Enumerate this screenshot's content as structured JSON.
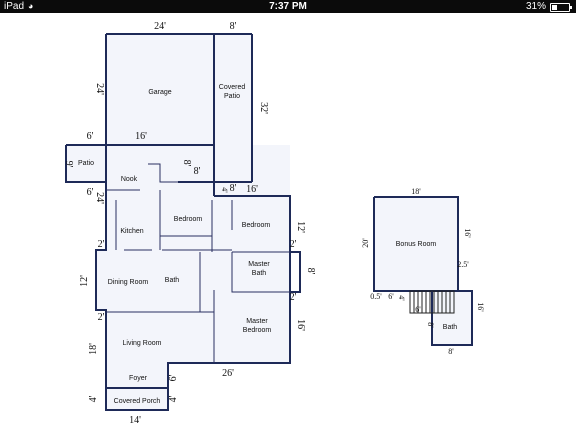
{
  "status_bar": {
    "device": "iPad",
    "time": "7:37 PM",
    "battery": "31%",
    "battery_level": 0.31,
    "wifi_icon": "wifi-icon",
    "battery_icon": "battery-icon"
  },
  "floor_plan": {
    "rooms": {
      "garage": "Garage",
      "covered_patio": [
        "Covered",
        "Patio"
      ],
      "patio": "Patio",
      "nook": "Nook",
      "kitchen": "Kitchen",
      "bedroom_1": "Bedroom",
      "bedroom_2": "Bedroom",
      "dining_room": "Dining Room",
      "bath_1": "Bath",
      "master_bath": [
        "Master",
        "Bath"
      ],
      "master_bedroom": [
        "Master",
        "Bedroom"
      ],
      "living_room": "Living Room",
      "foyer": "Foyer",
      "covered_porch": "Covered Porch",
      "bonus_room": "Bonus Room",
      "bonus_bath": "Bath"
    },
    "dimensions": {
      "garage_width": "24'",
      "patio_width_top": "8'",
      "garage_depth": "24'",
      "covered_patio_depth": "32'",
      "patio_small_width": "6'",
      "nook_width": "16'",
      "patio_small_depth": "9'",
      "nook_to_patio": "8'",
      "nook_to_patio_2": "8'",
      "patio_bottom": "6'",
      "nook_depth": "24'",
      "step_4": "4'",
      "step_8": "8'",
      "bedroom_span": "16'",
      "bedroom_depth": "12'",
      "kitchen_offset": "2'",
      "bath_offset": "2'",
      "master_bath_width": "8'",
      "dining_depth": "12'",
      "living_offset": "2'",
      "master_offset": "2'",
      "master_depth": "16'",
      "living_depth": "18'",
      "foyer_width": "6'",
      "house_width": "26'",
      "porch_depth_left": "4'",
      "porch_depth_right": "4'",
      "porch_width": "14'",
      "bonus_width": "18'",
      "bonus_depth": "20'",
      "bonus_side": "16'",
      "bonus_step": "2.5'",
      "bonus_left": "0.5'",
      "stair_6": "6'",
      "stair_4": "4'",
      "bonus_right_depth": "16'",
      "bath_6": "6'",
      "bath_8_side": "8'",
      "bath_width": "8'"
    }
  }
}
